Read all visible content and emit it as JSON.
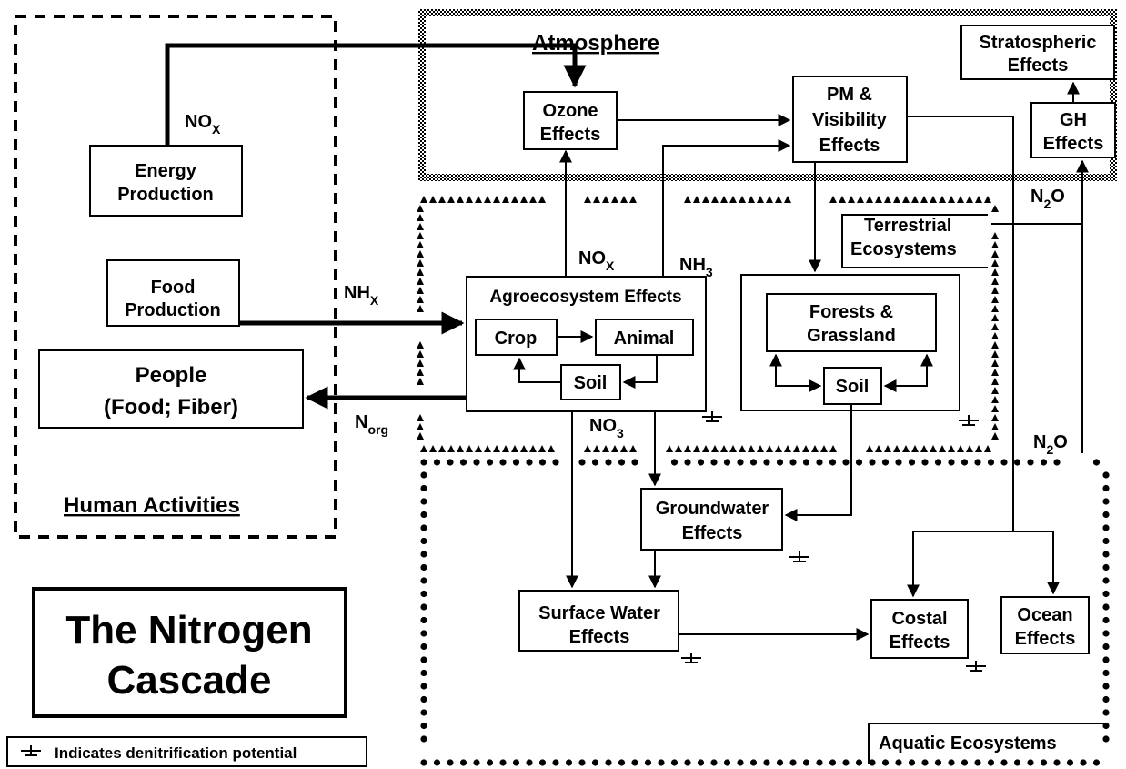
{
  "regions": {
    "human": "Human Activities",
    "atmosphere": "Atmosphere",
    "terrestrial": [
      "Terrestrial",
      "Ecosystems"
    ],
    "aquatic": "Aquatic Ecosystems"
  },
  "title": [
    "The Nitrogen",
    "Cascade"
  ],
  "legend": "Indicates denitrification potential",
  "boxes": {
    "energy": [
      "Energy",
      "Production"
    ],
    "food": [
      "Food",
      "Production"
    ],
    "people": [
      "People",
      "(Food; Fiber)"
    ],
    "ozone": [
      "Ozone",
      "Effects"
    ],
    "pm": [
      "PM &",
      "Visibility",
      "Effects"
    ],
    "strat": [
      "Stratospheric",
      "Effects"
    ],
    "gh": [
      "GH",
      "Effects"
    ],
    "agro": "Agroecosystem Effects",
    "crop": "Crop",
    "animal": "Animal",
    "agro_soil": "Soil",
    "forests": [
      "Forests &",
      "Grassland"
    ],
    "forest_soil": "Soil",
    "groundwater": [
      "Groundwater",
      "Effects"
    ],
    "surface": [
      "Surface Water",
      "Effects"
    ],
    "costal": [
      "Costal",
      "Effects"
    ],
    "ocean": [
      "Ocean",
      "Effects"
    ]
  },
  "labels": {
    "nox_top": {
      "main": "NO",
      "sub": "X"
    },
    "nhx": {
      "main": "NH",
      "sub": "X"
    },
    "norg": {
      "main": "N",
      "sub": "org"
    },
    "nox_agro": {
      "main": "NO",
      "sub": "X"
    },
    "nh3": {
      "main": "NH",
      "sub": "3"
    },
    "no3": {
      "main": "NO",
      "sub": "3"
    },
    "n2o_top": {
      "main": "N",
      "sub": "2",
      "tail": "O"
    },
    "n2o_bottom": {
      "main": "N",
      "sub": "2",
      "tail": "O"
    }
  }
}
